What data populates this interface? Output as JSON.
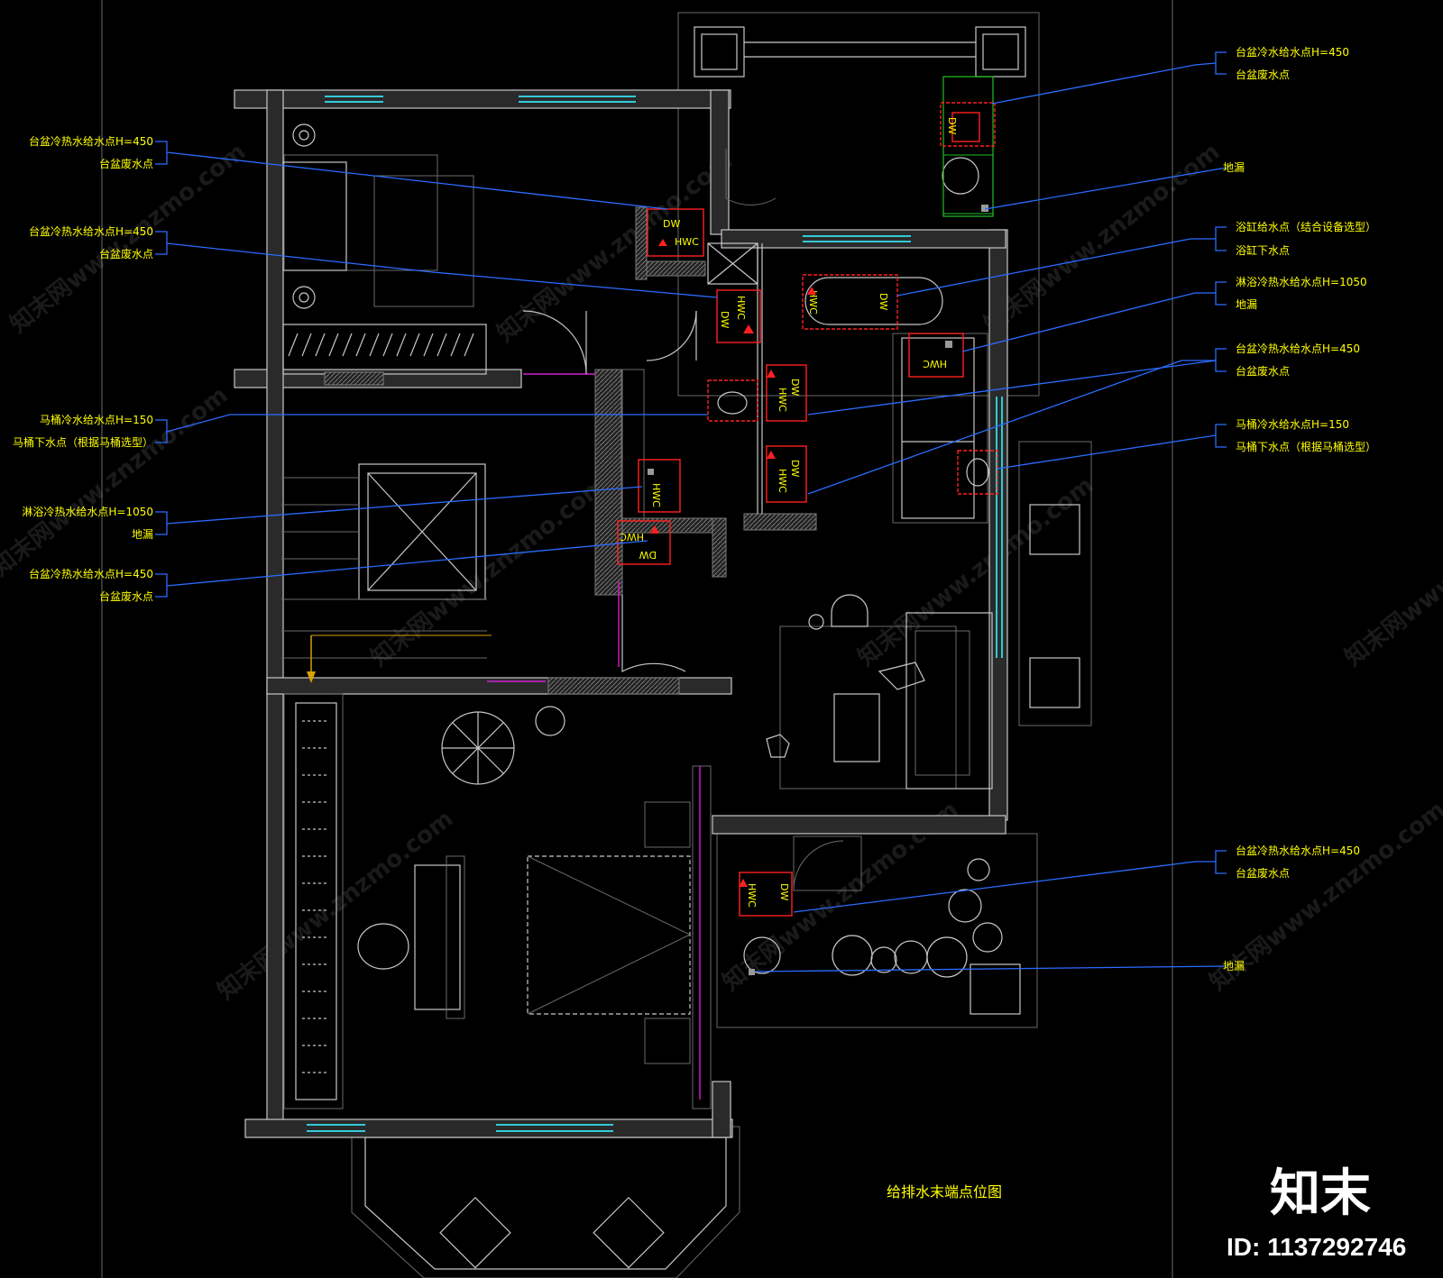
{
  "drawing_title": "给排水末端点位图",
  "brand_logo": "知末",
  "drawing_id": "ID: 1137292746",
  "watermark_text": "知末网www.znzmo.com",
  "fixture_codes": {
    "dw": "DW",
    "hwc": "HWC"
  },
  "left_labels": [
    {
      "line1": "台盆冷热水给水点H=450",
      "line2": "台盆废水点"
    },
    {
      "line1": "台盆冷热水给水点H=450",
      "line2": "台盆废水点"
    },
    {
      "line1": "马桶冷水给水点H=150",
      "line2": "马桶下水点（根据马桶选型）"
    },
    {
      "line1": "淋浴冷热水给水点H=1050",
      "line2": "地漏"
    },
    {
      "line1": "台盆冷热水给水点H=450",
      "line2": "台盆废水点"
    }
  ],
  "right_labels": [
    {
      "line1": "台盆冷水给水点H=450",
      "line2": "台盆废水点"
    },
    {
      "line1": "地漏",
      "line2": ""
    },
    {
      "line1": "浴缸给水点（结合设备选型）",
      "line2": "浴缸下水点"
    },
    {
      "line1": "淋浴冷热水给水点H=1050",
      "line2": "地漏"
    },
    {
      "line1": "台盆冷热水给水点H=450",
      "line2": "台盆废水点"
    },
    {
      "line1": "马桶冷水给水点H=150",
      "line2": "马桶下水点（根据马桶选型）"
    },
    {
      "line1": "台盆冷热水给水点H=450",
      "line2": "台盆废水点"
    },
    {
      "line1": "地漏",
      "line2": ""
    }
  ],
  "colors": {
    "label": "#ffff00",
    "leader": "#2a6cff",
    "fixture": "#ff2020",
    "glass": "#33c9d6",
    "wall": "#c8c8c8"
  }
}
